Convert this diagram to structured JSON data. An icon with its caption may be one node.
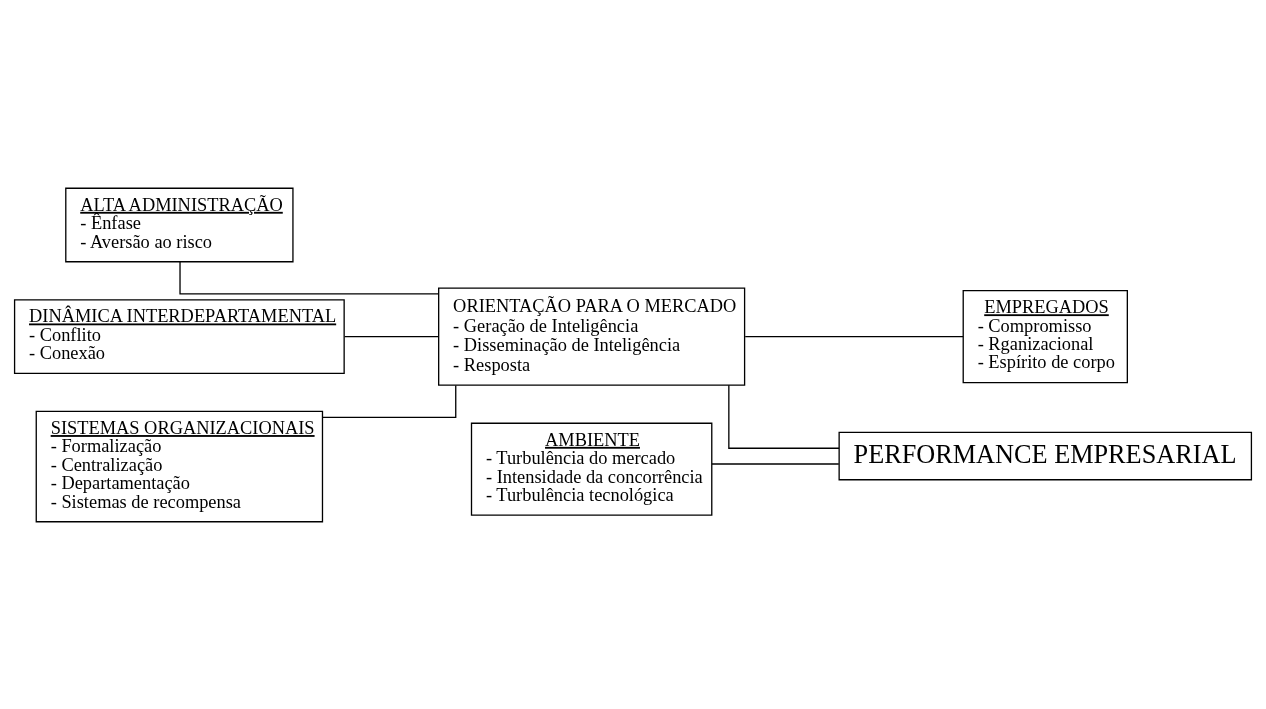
{
  "diagram": {
    "nodes": [
      {
        "text": [
          "ALTA ADMINISTRAÇÃO",
          "- Ênfase",
          "- Aversão ao risco"
        ]
      },
      {
        "text": [
          "DINÂMICA INTERDEPARTAMENTAL",
          "- Conflito",
          "- Conexão"
        ]
      },
      {
        "text": [
          "SISTEMAS ORGANIZACIONAIS",
          "- Formalização",
          "- Centralização",
          "- Departamentação",
          "- Sistemas de recompensa"
        ]
      },
      {
        "text": [
          "ORIENTAÇÃO PARA O MERCADO",
          "- Geração de Inteligência",
          "- Disseminação de Inteligência",
          "- Resposta"
        ]
      },
      {
        "text": [
          "EMPREGADOS",
          "- Compromisso",
          "- Rganizacional",
          "- Espírito de corpo"
        ]
      },
      {
        "text": [
          "AMBIENTE",
          "- Turbulência do mercado",
          "- Intensidade da concorrência",
          "- Turbulência tecnológica"
        ]
      },
      {
        "text": [
          "PERFORMANCE EMPRESARIAL"
        ]
      }
    ],
    "edges": [
      {
        "from": 0,
        "to": 3,
        "arrow": "none"
      },
      {
        "from": 1,
        "to": 3,
        "arrow": "none"
      },
      {
        "from": 2,
        "to": 3,
        "arrow": "none"
      },
      {
        "from": 3,
        "to": 4,
        "arrow": "none"
      },
      {
        "from": 3,
        "to": 6,
        "arrow": "none"
      },
      {
        "from": 5,
        "to": 6,
        "arrow": "none"
      }
    ]
  }
}
